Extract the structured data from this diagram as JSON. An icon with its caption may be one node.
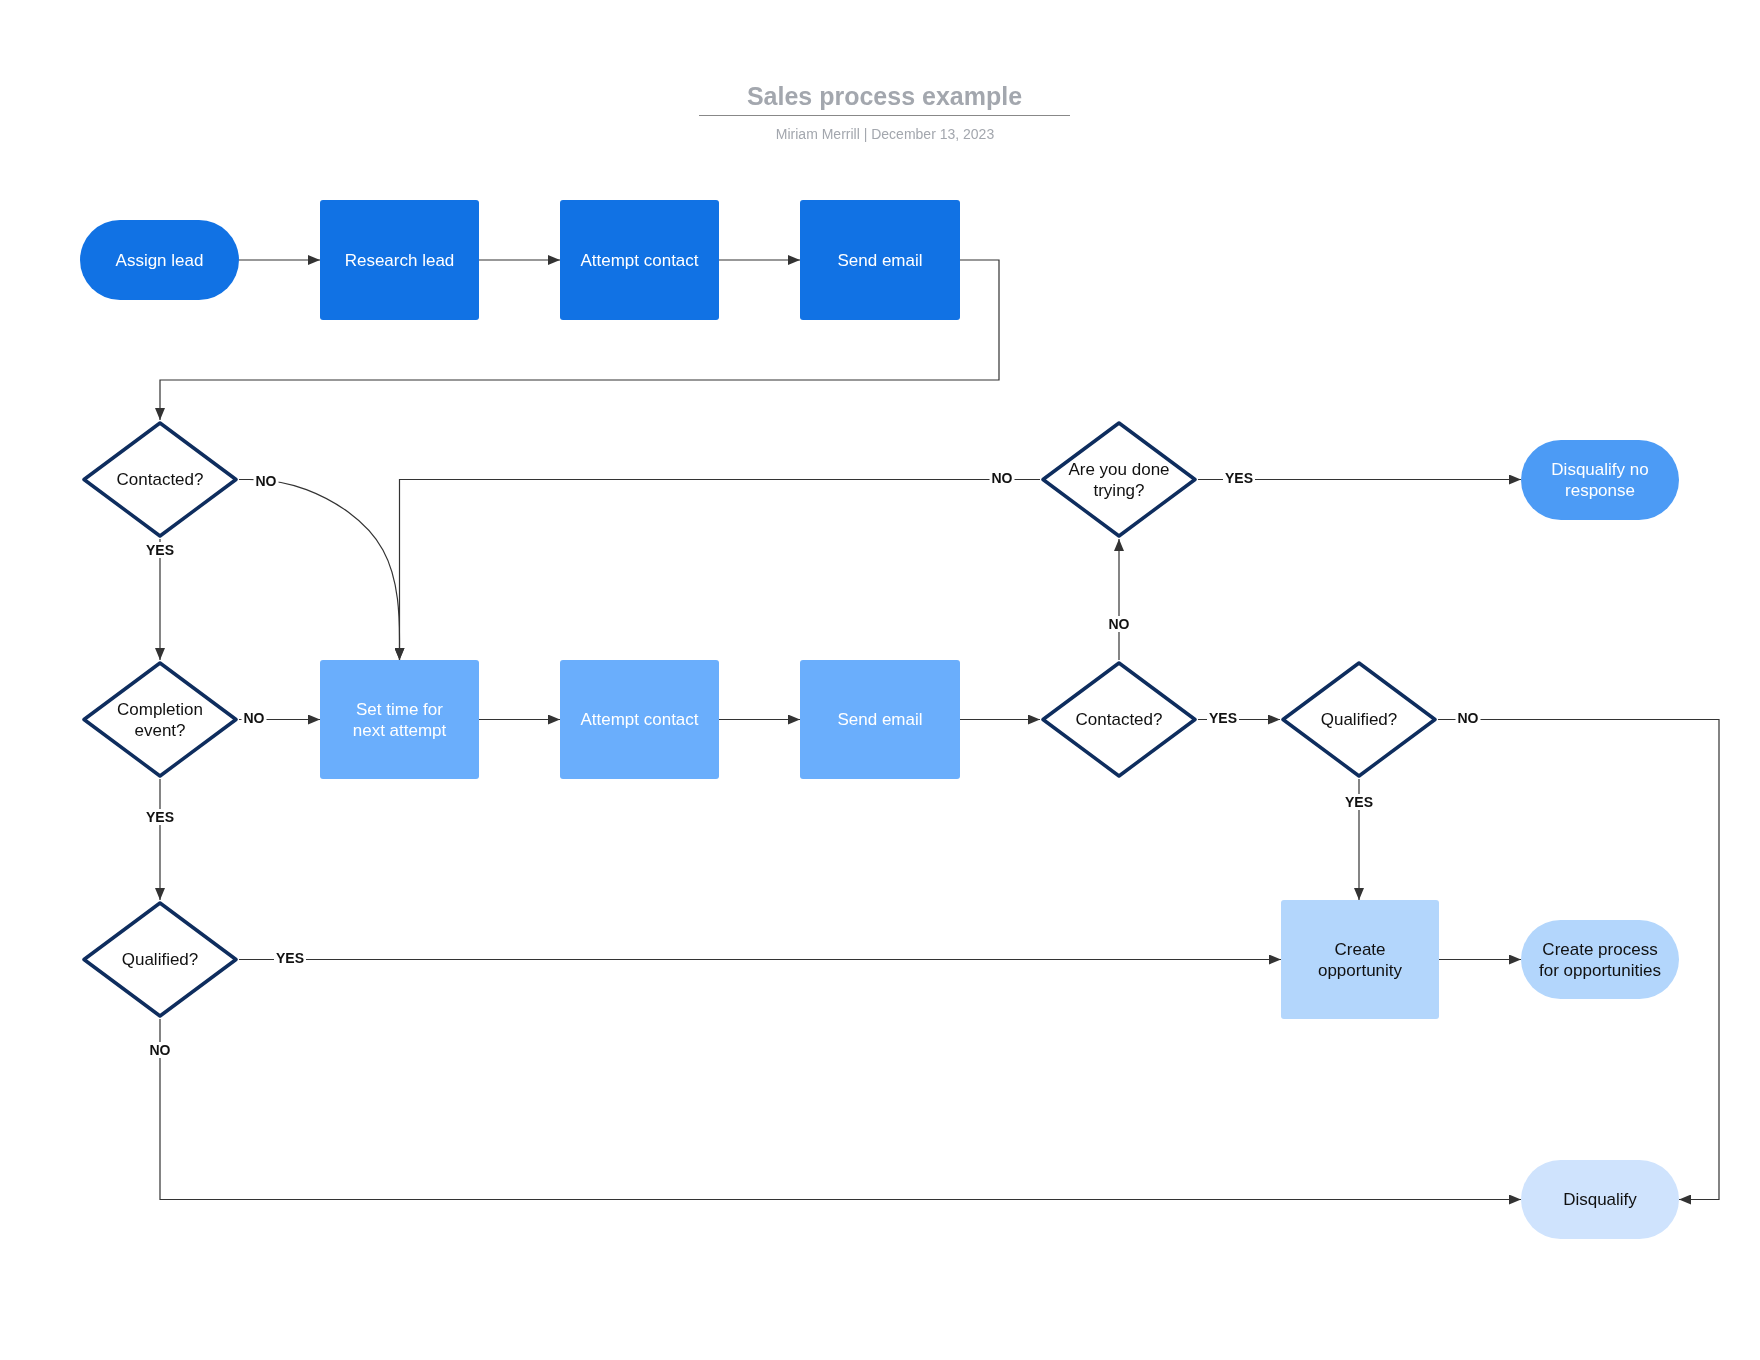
{
  "diagram": {
    "title": "Sales process example",
    "nodes": [
      {
        "text": [
          "Assign lead"
        ]
      },
      {
        "text": [
          "Research lead"
        ]
      },
      {
        "text": [
          "Attempt contact"
        ]
      },
      {
        "text": [
          "Send email"
        ]
      },
      {
        "text": [
          "Contacted?"
        ]
      },
      {
        "text": [
          "Are you done trying?"
        ]
      },
      {
        "text": [
          "Disqualify no response"
        ]
      },
      {
        "text": [
          "Completion event?"
        ]
      },
      {
        "text": [
          "Set time for next attempt"
        ]
      },
      {
        "text": [
          "Attempt contact"
        ]
      },
      {
        "text": [
          "Send email"
        ]
      },
      {
        "text": [
          "Contacted?"
        ]
      },
      {
        "text": [
          "Qualified?"
        ]
      },
      {
        "text": [
          "Qualified?"
        ]
      },
      {
        "text": [
          "Create opportunity"
        ]
      },
      {
        "text": [
          "Create process for opportunities"
        ]
      },
      {
        "text": [
          "Disqualify"
        ]
      }
    ],
    "edges": [
      {
        "from": 0,
        "to": 1,
        "arrow": "to"
      },
      {
        "from": 1,
        "to": 2,
        "arrow": "to"
      },
      {
        "from": 2,
        "to": 3,
        "arrow": "to"
      },
      {
        "from": 3,
        "to": 4,
        "arrow": "to"
      },
      {
        "from": 4,
        "to": 8,
        "arrow": "to",
        "label": "NO"
      },
      {
        "from": 4,
        "to": 7,
        "arrow": "to",
        "label": "YES"
      },
      {
        "from": 7,
        "to": 8,
        "arrow": "to",
        "label": "NO"
      },
      {
        "from": 7,
        "to": 13,
        "arrow": "to",
        "label": "YES"
      },
      {
        "from": 8,
        "to": 9,
        "arrow": "to"
      },
      {
        "from": 9,
        "to": 10,
        "arrow": "to"
      },
      {
        "from": 10,
        "to": 11,
        "arrow": "to"
      },
      {
        "from": 11,
        "to": 5,
        "arrow": "to",
        "label": "NO"
      },
      {
        "from": 5,
        "to": 8,
        "arrow": "to",
        "label": "NO"
      },
      {
        "from": 5,
        "to": 6,
        "arrow": "to",
        "label": "YES"
      },
      {
        "from": 11,
        "to": 12,
        "arrow": "to",
        "label": "YES"
      },
      {
        "from": 12,
        "to": 16,
        "arrow": "to",
        "label": "NO"
      },
      {
        "from": 12,
        "to": 14,
        "arrow": "to",
        "label": "YES"
      },
      {
        "from": 13,
        "to": 14,
        "arrow": "to",
        "label": "YES"
      },
      {
        "from": 14,
        "to": 15,
        "arrow": "to"
      },
      {
        "from": 13,
        "to": 16,
        "arrow": "to",
        "label": "NO"
      }
    ],
    "labels": [
      "Miriam Merrill | December 13, 2023"
    ]
  }
}
